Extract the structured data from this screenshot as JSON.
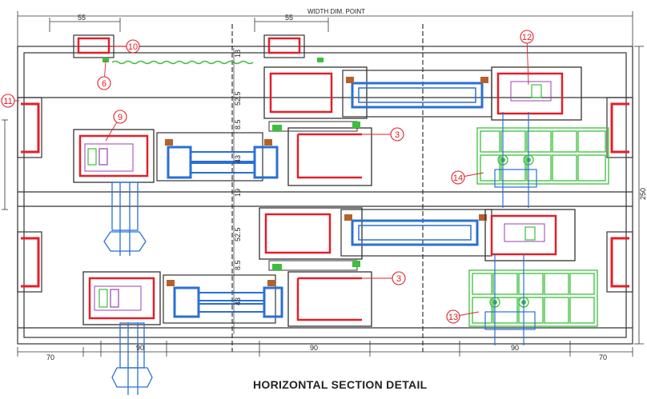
{
  "title": "HORIZONTAL SECTION DETAIL",
  "top_label": "WIDTH DIM. POINT",
  "dimensions": {
    "top_left": "55",
    "top_mid": "55",
    "right_side": "250",
    "bottom_left": "70",
    "bottom_left_inner": "90",
    "bottom_mid": "90",
    "bottom_right_inner": "90",
    "bottom_right": "70",
    "v1": "18",
    "v2": "52.5",
    "v3": "8.5",
    "v4": "43",
    "v5": "19",
    "v6": "52.5",
    "v7": "8.5",
    "v8": "43"
  },
  "callouts": [
    "10",
    "6",
    "11",
    "9",
    "12",
    "3",
    "14",
    "3",
    "13"
  ],
  "colors": {
    "outline": "#333333",
    "red": "#e0202a",
    "blue": "#2a6fd6",
    "green": "#3cbf3c",
    "purple": "#9b3fb5",
    "brown": "#b4622a"
  }
}
